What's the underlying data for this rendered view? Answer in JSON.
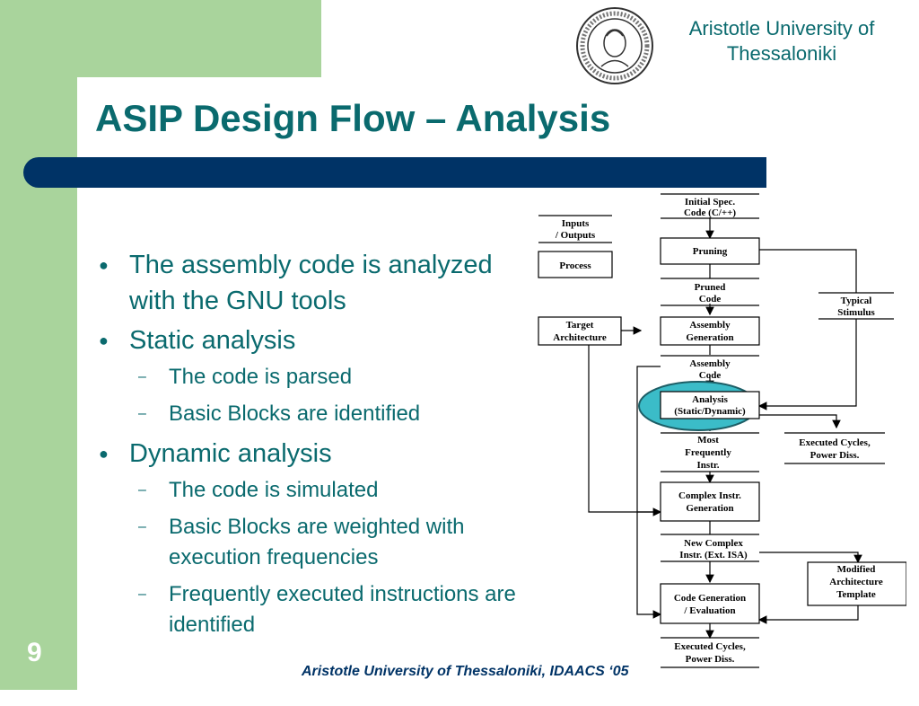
{
  "header": {
    "university_line1": "Aristotle University of",
    "university_line2": "Thessaloniki",
    "logo_icon": "university-seal-icon"
  },
  "slide": {
    "title": "ASIP Design Flow – Analysis",
    "page_number": "9",
    "footer": "Aristotle University of Thessaloniki, IDAACS ‘05"
  },
  "bullets": [
    {
      "text": "The assembly code is analyzed with the GNU tools",
      "sub": []
    },
    {
      "text": "Static analysis",
      "sub": [
        "The code is parsed",
        "Basic Blocks are identified"
      ]
    },
    {
      "text": "Dynamic analysis",
      "sub": [
        "The code is simulated",
        "Basic Blocks are weighted with execution frequencies",
        "Frequently executed instructions are identified"
      ]
    }
  ],
  "diagram": {
    "legend_io": [
      "Inputs",
      "/ Outputs"
    ],
    "legend_process": "Process",
    "initial_spec": [
      "Initial Spec.",
      "Code (C/++)"
    ],
    "pruning": "Pruning",
    "pruned_code": [
      "Pruned",
      "Code"
    ],
    "typical_stimulus": [
      "Typical",
      "Stimulus"
    ],
    "target_arch": [
      "Target",
      "Architecture"
    ],
    "assembly_gen": [
      "Assembly",
      "Generation"
    ],
    "assembly_code": [
      "Assembly",
      "Code"
    ],
    "analysis": [
      "Analysis",
      "(Static/Dynamic)"
    ],
    "executed_cycles_1": [
      "Executed Cycles,",
      "Power Diss."
    ],
    "most_freq": [
      "Most",
      "Frequently",
      "Instr."
    ],
    "complex_gen": [
      "Complex Instr.",
      "Generation"
    ],
    "new_complex": [
      "New Complex",
      "Instr. (Ext. ISA)"
    ],
    "modified_arch": [
      "Modified",
      "Architecture",
      "Template"
    ],
    "code_gen": [
      "Code Generation",
      "/ Evaluation"
    ],
    "executed_cycles_2": [
      "Executed Cycles,",
      "Power Diss."
    ]
  },
  "colors": {
    "sidebar_green": "#a9d49c",
    "bar_blue": "#003366",
    "title_teal": "#0a6a6e",
    "highlight": "#3bbcc8"
  }
}
